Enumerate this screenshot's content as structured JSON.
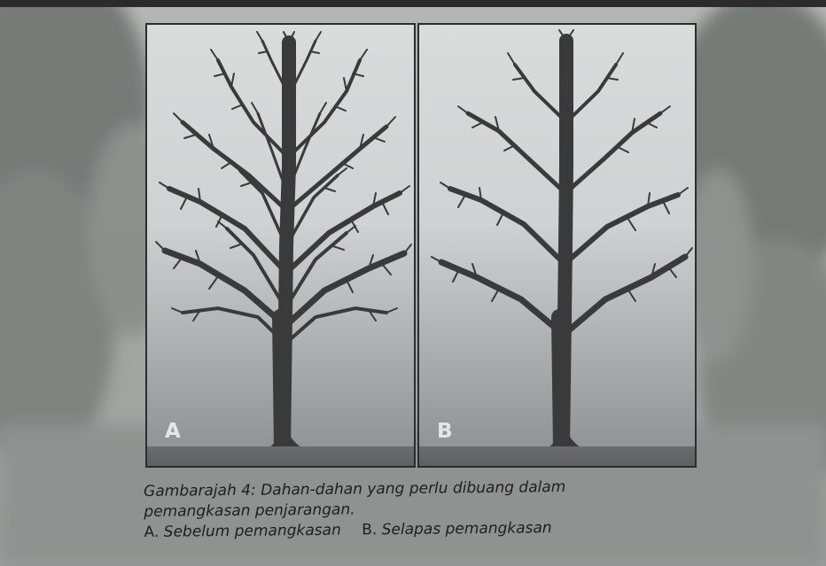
{
  "figure": {
    "panel_a": {
      "label": "A"
    },
    "panel_b": {
      "label": "B"
    }
  },
  "caption": {
    "line1": "Gambarajah 4: Dahan-dahan yang perlu dibuang dalam",
    "line2": "pemangkasan penjarangan.",
    "item_a_key": "A.",
    "item_a_text": "Sebelum pemangkasan",
    "item_b_key": "B.",
    "item_b_text": "Selapas pemangkasan"
  },
  "colors": {
    "background": "#9a9c9a",
    "panel_sky": "#d9dcdb",
    "tree": "#3a3a3a",
    "caption_text": "#1e1e1e"
  }
}
